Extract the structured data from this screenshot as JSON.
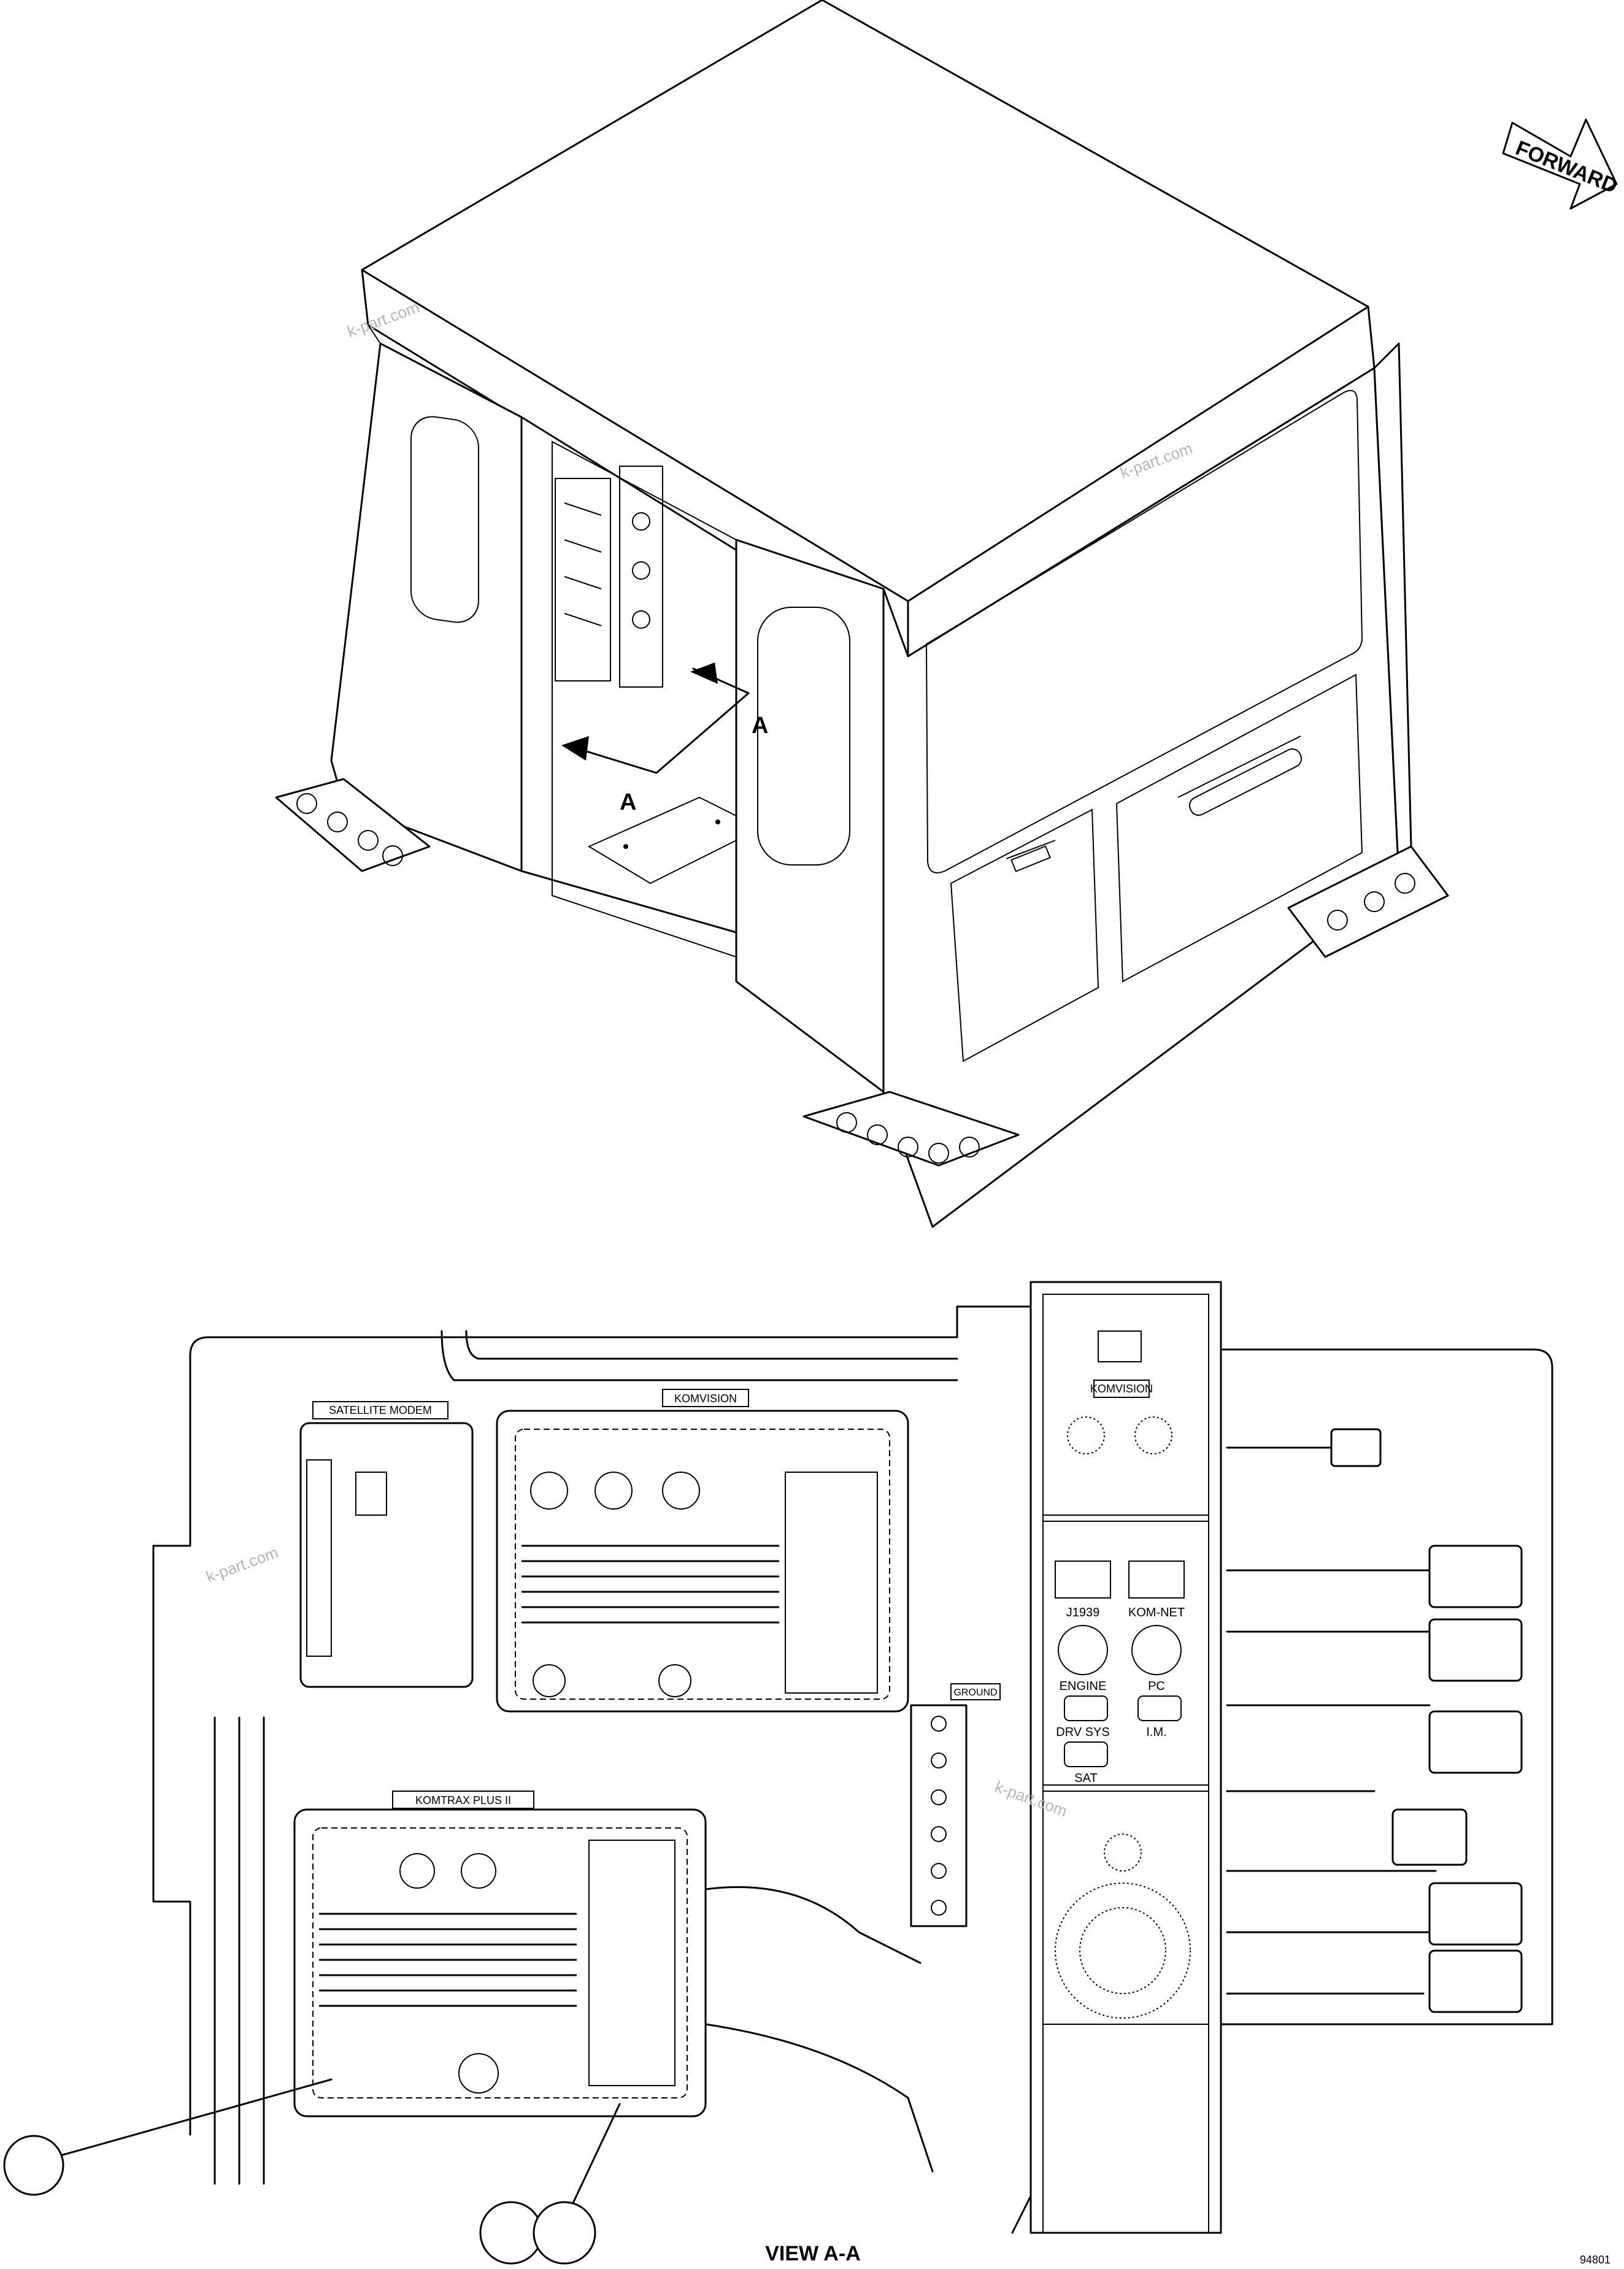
{
  "forward_arrow": {
    "label": "FORWARD"
  },
  "section_marks": {
    "mark_1": "A",
    "mark_2": "A"
  },
  "panel_labels": {
    "satellite_modem": "SATELLITE MODEM",
    "komvision_top": "KOMVISION",
    "komvision_panel": "KOMVISION",
    "komtrax": "KOMTRAX PLUS II",
    "ground": "GROUND"
  },
  "connector_labels": {
    "j1939": "J1939",
    "kom_net": "KOM-NET",
    "engine": "ENGINE",
    "pc": "PC",
    "drv_sys": "DRV SYS",
    "im": "I.M.",
    "sat": "SAT"
  },
  "view_title": "VIEW A-A",
  "drawing_code": "94801",
  "watermark": "k-part.com",
  "callouts": [
    "",
    "",
    ""
  ]
}
